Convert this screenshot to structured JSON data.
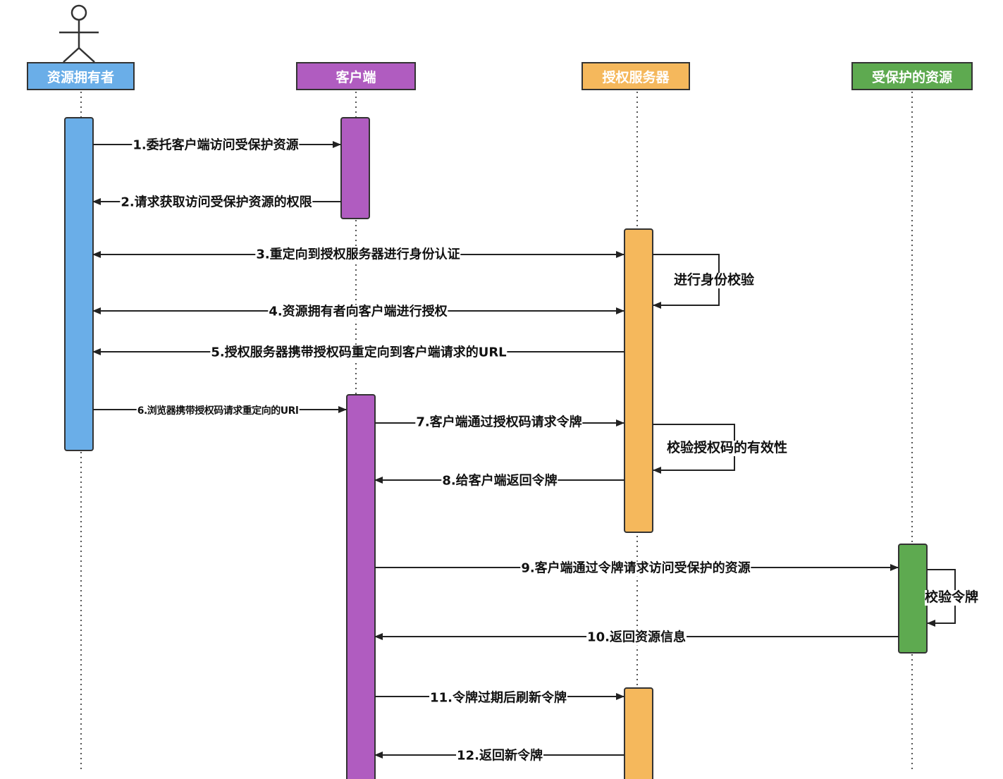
{
  "participants": [
    {
      "id": "owner",
      "label": "资源拥有者",
      "color": "#6aaee8"
    },
    {
      "id": "client",
      "label": "客户端",
      "color": "#b05cc0"
    },
    {
      "id": "auth",
      "label": "授权服务器",
      "color": "#f5b85c"
    },
    {
      "id": "resource",
      "label": "受保护的资源",
      "color": "#5eaa50"
    }
  ],
  "messages": [
    {
      "text": "1.委托客户端访问受保护资源",
      "from": "owner",
      "to": "client"
    },
    {
      "text": "2.请求获取访问受保护资源的权限",
      "from": "client",
      "to": "owner"
    },
    {
      "text": "3.重定向到授权服务器进行身份认证",
      "from": "owner",
      "to": "auth",
      "both": true
    },
    {
      "text": "4.资源拥有者向客户端进行授权",
      "from": "owner",
      "to": "auth",
      "both": true
    },
    {
      "text": "5.授权服务器携带授权码重定向到客户端请求的URL",
      "from": "auth",
      "to": "owner"
    },
    {
      "text": "6.浏览器携带授权码请求重定向的URl",
      "from": "owner",
      "to": "client",
      "small": true
    },
    {
      "text": "7.客户端通过授权码请求令牌",
      "from": "client",
      "to": "auth"
    },
    {
      "text": "8.给客户端返回令牌",
      "from": "auth",
      "to": "client"
    },
    {
      "text": "9.客户端通过令牌请求访问受保护的资源",
      "from": "client",
      "to": "resource"
    },
    {
      "text": "10.返回资源信息",
      "from": "resource",
      "to": "client"
    },
    {
      "text": "11.令牌过期后刷新令牌",
      "from": "client",
      "to": "auth"
    },
    {
      "text": "12.返回新令牌",
      "from": "auth",
      "to": "client"
    }
  ],
  "self_notes": [
    {
      "text": "进行身份校验",
      "on": "auth"
    },
    {
      "text": "校验授权码的有效性",
      "on": "auth"
    },
    {
      "text": "校验令牌",
      "on": "resource"
    }
  ]
}
